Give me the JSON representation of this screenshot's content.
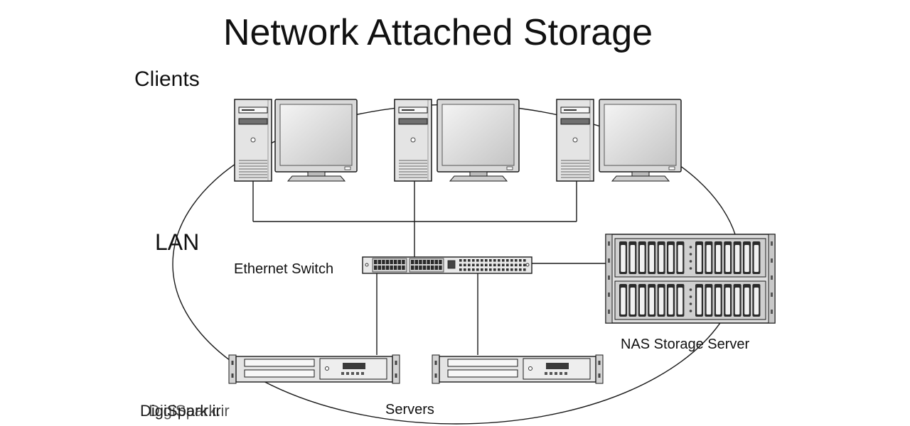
{
  "title": "Network Attached Storage",
  "labels": {
    "clients": "Clients",
    "lan": "LAN",
    "ethernet_switch": "Ethernet Switch",
    "nas": "NAS Storage Server",
    "servers": "Servers"
  },
  "watermark": "DigiSpark.ir",
  "colors": {
    "background": "#ffffff",
    "line": "#1a1a1a",
    "device_body": "#e4e4e4",
    "screen": "#d9d9d9"
  }
}
